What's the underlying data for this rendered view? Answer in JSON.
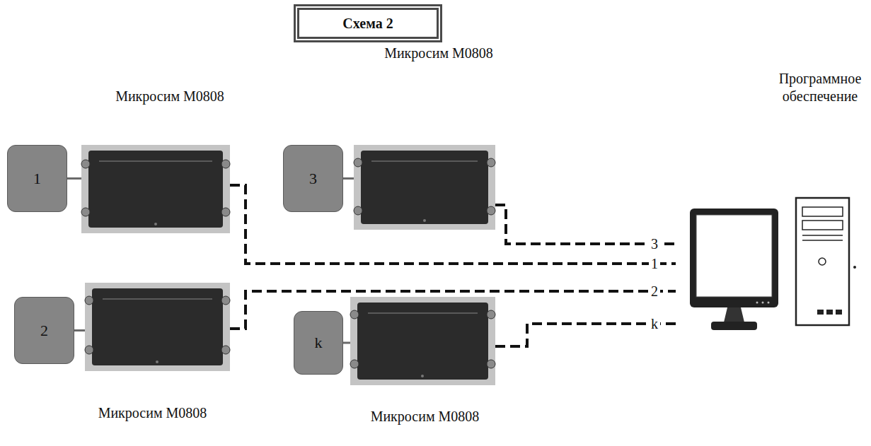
{
  "diagram": {
    "title": "Схема 2",
    "nodes": [
      {
        "text": [
          "1"
        ]
      },
      {
        "text": [
          "Микросим М0808"
        ]
      },
      {
        "text": [
          "3"
        ]
      },
      {
        "text": [
          "Микросим М0808"
        ]
      },
      {
        "text": [
          "2"
        ]
      },
      {
        "text": [
          "Микросим М0808"
        ]
      },
      {
        "text": [
          "k"
        ]
      },
      {
        "text": [
          "Микросим М0808"
        ]
      },
      {
        "text": [
          "Программное обеспечение"
        ]
      }
    ],
    "edges": [
      {
        "from": 0,
        "to": 1,
        "arrow": "none"
      },
      {
        "from": 1,
        "to": 8,
        "arrow": "none",
        "label": "1"
      },
      {
        "from": 2,
        "to": 3,
        "arrow": "none"
      },
      {
        "from": 3,
        "to": 8,
        "arrow": "none",
        "label": "3"
      },
      {
        "from": 4,
        "to": 5,
        "arrow": "none"
      },
      {
        "from": 5,
        "to": 8,
        "arrow": "none",
        "label": "2"
      },
      {
        "from": 6,
        "to": 7,
        "arrow": "none"
      },
      {
        "from": 7,
        "to": 8,
        "arrow": "none",
        "label": "k"
      }
    ]
  }
}
